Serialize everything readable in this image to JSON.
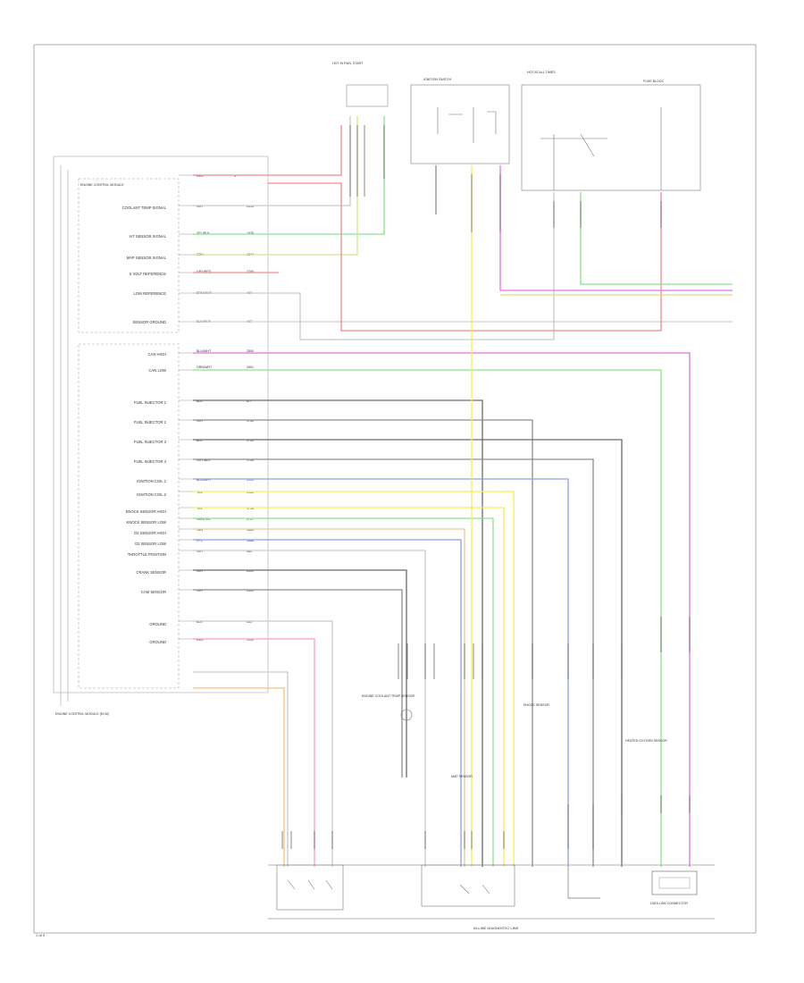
{
  "frame": {
    "page_number": "1 of 3",
    "bottom_bus_label": "IN-LINE DIAGNOSTIC LINK"
  },
  "colors": {
    "red": "#f08a8a",
    "pink": "#ff9ab6",
    "orange": "#f5c07a",
    "yellow": "#f5ee5a",
    "green": "#8ce28c",
    "dark_green": "#4fb84f",
    "blue": "#8f9ef0",
    "magenta": "#e271e2",
    "gray": "#8d8d8d",
    "dark_gray": "#6a6a6a",
    "light_gray": "#c9c9c9",
    "tan": "#e6c79a",
    "outline": "#9a9a9a"
  },
  "left_module": {
    "title": "ENGINE CONTROL MODULE",
    "footer": "ENGINE CONTROL MODULE (ECM)",
    "pins": [
      {
        "label": "",
        "wire": "RED",
        "code": "3"
      },
      {
        "label": "COOLANT TEMP SIGNAL",
        "wire": "GRY",
        "code": "2415"
      },
      {
        "label": "IAT SENSOR SIGNAL",
        "wire": "YEL/BLK",
        "code": "1936"
      },
      {
        "label": "MAP SENSOR SIGNAL",
        "wire": "GRN",
        "code": "1274"
      },
      {
        "label": "5 VOLT REFERENCE",
        "wire": "GRY/RED",
        "code": "2700"
      },
      {
        "label": "LOW REFERENCE",
        "wire": "BRN/WHT",
        "code": "407"
      },
      {
        "label": "SENSOR GROUND",
        "wire": "BLK/WHT",
        "code": "407"
      },
      {
        "label": "CAN HIGH",
        "wire": "BLU/WHT",
        "code": "2500"
      },
      {
        "label": "CAN LOW",
        "wire": "GRN/WHT",
        "code": "2501"
      },
      {
        "label": "FUEL INJECTOR 1",
        "wire": "BLK",
        "code": "877"
      },
      {
        "label": "FUEL INJECTOR 2",
        "wire": "GRY",
        "code": "1744"
      },
      {
        "label": "FUEL INJECTOR 3",
        "wire": "BLK",
        "code": "1745"
      },
      {
        "label": "FUEL INJECTOR 4",
        "wire": "GRY/BLK",
        "code": "1746"
      },
      {
        "label": "IGNITION COIL 1",
        "wire": "BLU/WHT",
        "code": "2121"
      },
      {
        "label": "IGNITION COIL 2",
        "wire": "YEL",
        "code": "2122"
      },
      {
        "label": "KNOCK SENSOR HIGH",
        "wire": "YEL",
        "code": "1716"
      },
      {
        "label": "KNOCK SENSOR LOW",
        "wire": "GRN/YEL",
        "code": "1717"
      },
      {
        "label": "O2 SENSOR HIGH",
        "wire": "TAN",
        "code": "1665"
      },
      {
        "label": "O2 SENSOR LOW",
        "wire": "PPL",
        "code": "1666"
      },
      {
        "label": "THROTTLE POSITION",
        "wire": "GRY",
        "code": "485"
      },
      {
        "label": "CRANK SENSOR",
        "wire": "GRY",
        "code": "2301"
      },
      {
        "label": "CAM SENSOR",
        "wire": "GRY",
        "code": "2302"
      },
      {
        "label": "GROUND",
        "wire": "BLK",
        "code": "451"
      },
      {
        "label": "GROUND",
        "wire": "RED",
        "code": "1350"
      }
    ]
  },
  "top_components": [
    {
      "label": "HOT IN RUN, START"
    },
    {
      "label": "IGNITION SWITCH"
    },
    {
      "label": "HOT AT ALL TIMES"
    },
    {
      "label": "FUSE BLOCK"
    }
  ],
  "sensors": [
    {
      "label": "ENGINE COOLANT TEMP SENSOR"
    },
    {
      "label": "MAP SENSOR"
    },
    {
      "label": "KNOCK SENSOR"
    },
    {
      "label": "HEATED OXYGEN SENSOR"
    }
  ],
  "bottom_components": [
    {
      "label": "DATA LINK CONNECTOR"
    }
  ]
}
